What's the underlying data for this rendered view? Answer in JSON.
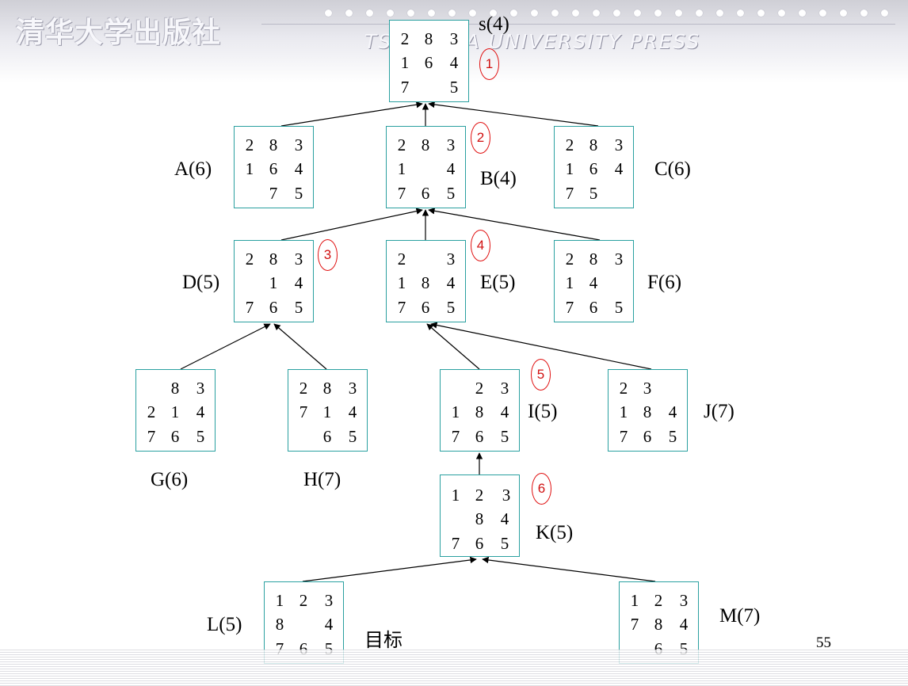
{
  "header": {
    "publisher_cn": "清华大学出版社",
    "publisher_en": "TSINGHUA UNIVERSITY PRESS"
  },
  "nodes": [
    {
      "id": "s",
      "label": "s(4)",
      "grid": [
        [
          "2",
          "8",
          "3"
        ],
        [
          "1",
          "6",
          "4"
        ],
        [
          "7",
          "",
          "5"
        ]
      ]
    },
    {
      "id": "A",
      "label": "A(6)",
      "grid": [
        [
          "2",
          "8",
          "3"
        ],
        [
          "1",
          "6",
          "4"
        ],
        [
          "",
          "7",
          "5"
        ]
      ]
    },
    {
      "id": "B",
      "label": "B(4)",
      "grid": [
        [
          "2",
          "8",
          "3"
        ],
        [
          "1",
          "",
          "4"
        ],
        [
          "7",
          "6",
          "5"
        ]
      ]
    },
    {
      "id": "C",
      "label": "C(6)",
      "grid": [
        [
          "2",
          "8",
          "3"
        ],
        [
          "1",
          "6",
          "4"
        ],
        [
          "7",
          "5",
          ""
        ]
      ]
    },
    {
      "id": "D",
      "label": "D(5)",
      "grid": [
        [
          "2",
          "8",
          "3"
        ],
        [
          "",
          "1",
          "4"
        ],
        [
          "7",
          "6",
          "5"
        ]
      ]
    },
    {
      "id": "E",
      "label": "E(5)",
      "grid": [
        [
          "2",
          "",
          "3"
        ],
        [
          "1",
          "8",
          "4"
        ],
        [
          "7",
          "6",
          "5"
        ]
      ]
    },
    {
      "id": "F",
      "label": "F(6)",
      "grid": [
        [
          "2",
          "8",
          "3"
        ],
        [
          "1",
          "4",
          ""
        ],
        [
          "7",
          "6",
          "5"
        ]
      ]
    },
    {
      "id": "G",
      "label": "G(6)",
      "grid": [
        [
          "",
          "8",
          "3"
        ],
        [
          "2",
          "1",
          "4"
        ],
        [
          "7",
          "6",
          "5"
        ]
      ]
    },
    {
      "id": "H",
      "label": "H(7)",
      "grid": [
        [
          "2",
          "8",
          "3"
        ],
        [
          "7",
          "1",
          "4"
        ],
        [
          "",
          "6",
          "5"
        ]
      ]
    },
    {
      "id": "I",
      "label": "I(5)",
      "grid": [
        [
          "",
          "2",
          "3"
        ],
        [
          "1",
          "8",
          "4"
        ],
        [
          "7",
          "6",
          "5"
        ]
      ]
    },
    {
      "id": "J",
      "label": "J(7)",
      "grid": [
        [
          "2",
          "3",
          ""
        ],
        [
          "1",
          "8",
          "4"
        ],
        [
          "7",
          "6",
          "5"
        ]
      ]
    },
    {
      "id": "K",
      "label": "K(5)",
      "grid": [
        [
          "1",
          "2",
          "3"
        ],
        [
          "",
          "8",
          "4"
        ],
        [
          "7",
          "6",
          "5"
        ]
      ]
    },
    {
      "id": "L",
      "label": "L(5)",
      "grid": [
        [
          "1",
          "2",
          "3"
        ],
        [
          "8",
          "",
          "4"
        ],
        [
          "7",
          "6",
          "5"
        ]
      ]
    },
    {
      "id": "M",
      "label": "M(7)",
      "grid": [
        [
          "1",
          "2",
          "3"
        ],
        [
          "7",
          "8",
          "4"
        ],
        [
          "",
          "6",
          "5"
        ]
      ]
    }
  ],
  "steps": [
    "1",
    "2",
    "3",
    "4",
    "5",
    "6"
  ],
  "goal_label": "目标",
  "page_number": "55"
}
